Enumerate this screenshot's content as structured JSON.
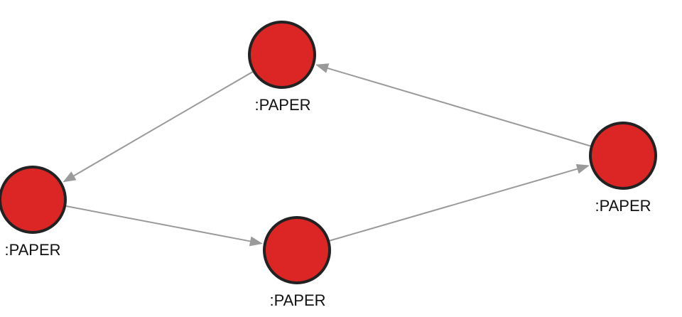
{
  "graph": {
    "node_fill": "#dc2626",
    "node_stroke": "#222222",
    "edge_color": "#9a9a9a",
    "nodes": [
      {
        "id": "n1",
        "label": ":PAPER"
      },
      {
        "id": "n2",
        "label": ":PAPER"
      },
      {
        "id": "n3",
        "label": ":PAPER"
      },
      {
        "id": "n4",
        "label": ":PAPER"
      }
    ],
    "edges": [
      {
        "from": "n1",
        "to": "n2"
      },
      {
        "from": "n2",
        "to": "n3"
      },
      {
        "from": "n3",
        "to": "n4"
      },
      {
        "from": "n4",
        "to": "n1"
      }
    ]
  }
}
